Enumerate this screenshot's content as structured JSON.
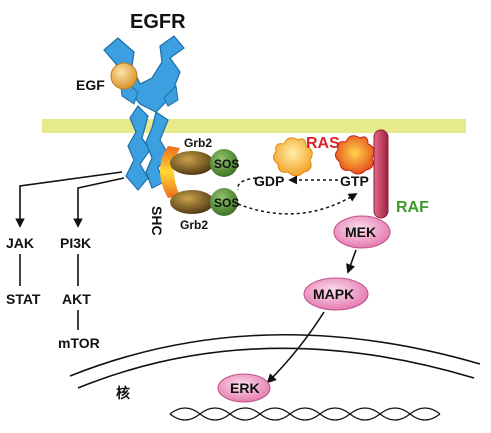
{
  "labels": {
    "egfr": "EGFR",
    "egf": "EGF",
    "grb2_top": "Grb2",
    "grb2_bottom": "Grb2",
    "sos_top": "SOS",
    "sos_bottom": "SOS",
    "shc": "SHC",
    "ras": "RAS",
    "gdp": "GDP",
    "gtp": "GTP",
    "raf": "RAF",
    "mek": "MEK",
    "mapk": "MAPK",
    "erk": "ERK",
    "jak": "JAK",
    "stat": "STAT",
    "pi3k": "PI3K",
    "akt": "AKT",
    "mtor": "mTOR",
    "nucleus": "核"
  },
  "colors": {
    "membrane": "#e6ea8a",
    "receptor": "#3b9fe0",
    "egf": "#e8b24a",
    "grb2": "#6b4e1a",
    "sos": "#4f8a35",
    "shc": "#f39a1e",
    "ras": "#f07a1c",
    "raf": "#c23a5a",
    "mek": "#e88ab4",
    "ras_label": "#d8232a",
    "raf_label": "#3c9a2a"
  }
}
